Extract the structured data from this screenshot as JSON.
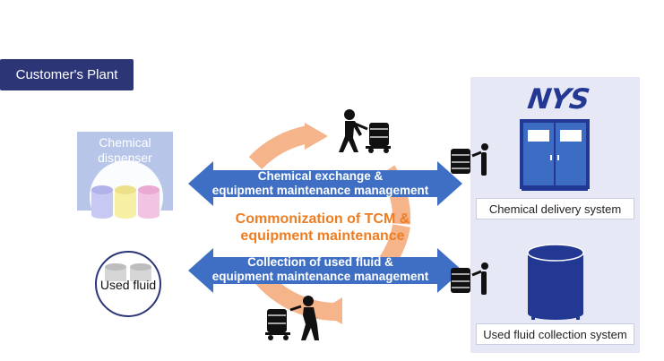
{
  "plant_label": "Customer's Plant",
  "nys_logo": "NYS",
  "dispenser": {
    "line1": "Chemical",
    "line2": "dispenser"
  },
  "used_fluid": "Used fluid",
  "arrows": {
    "top": {
      "line1": "Chemical exchange &",
      "line2": "equipment maintenance management"
    },
    "bottom": {
      "line1": "Collection of used fluid &",
      "line2": "equipment maintenance management"
    }
  },
  "center": {
    "line1": "Commonization of TCM &",
    "line2": "equipment maintenance"
  },
  "systems": {
    "delivery": "Chemical delivery system",
    "collection": "Used fluid collection system"
  },
  "colors": {
    "navy": "#2c3677",
    "arrow_blue": "#3e6fc4",
    "cycle_orange": "#f5b48a",
    "center_text_orange": "#ee7d22",
    "panel_bg": "#e6e9f5",
    "dispenser_bg": "#b6c5e8"
  },
  "icons": [
    "worker-with-cart-icon",
    "drum-stack-icon",
    "delivery-cabinet-icon",
    "collection-tank-icon",
    "chemical-bottles-icon",
    "used-fluid-bottles-icon"
  ]
}
